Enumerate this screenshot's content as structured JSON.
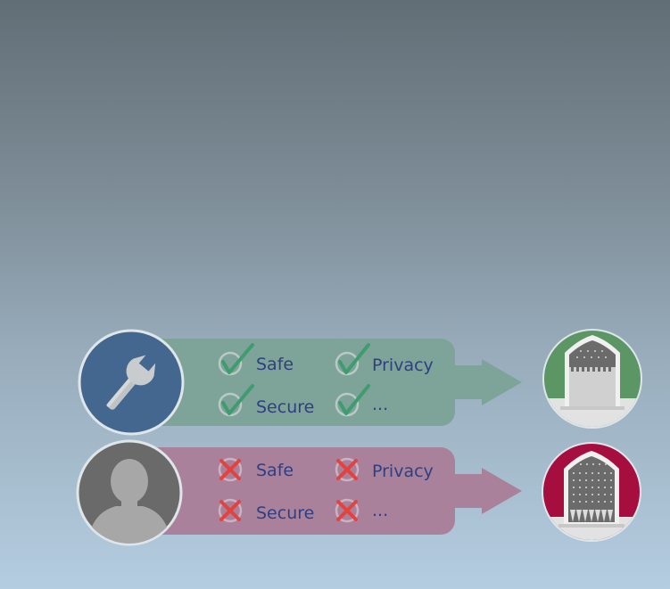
{
  "rows": [
    {
      "id": "allowed",
      "actor_icon": "wrench-icon",
      "status_icon": "checkmark-icon",
      "gate_icon": "open-portcullis-gate-icon",
      "bar_color": "#7ea398",
      "arrow_color": "#7ea398",
      "actor_circle_color": "#44678f",
      "gate_circle_color": "#5b9664",
      "mark_color": "#3e9c70",
      "labels": [
        "Safe",
        "Privacy",
        "Secure",
        "..."
      ]
    },
    {
      "id": "blocked",
      "actor_icon": "person-silhouette-icon",
      "status_icon": "cross-icon",
      "gate_icon": "closed-portcullis-gate-icon",
      "bar_color": "#a9819b",
      "arrow_color": "#a9819b",
      "actor_circle_color": "#6a6a6a",
      "gate_circle_color": "#a50e3f",
      "mark_color": "#e2433f",
      "labels": [
        "Safe",
        "Privacy",
        "Secure",
        "..."
      ]
    }
  ]
}
